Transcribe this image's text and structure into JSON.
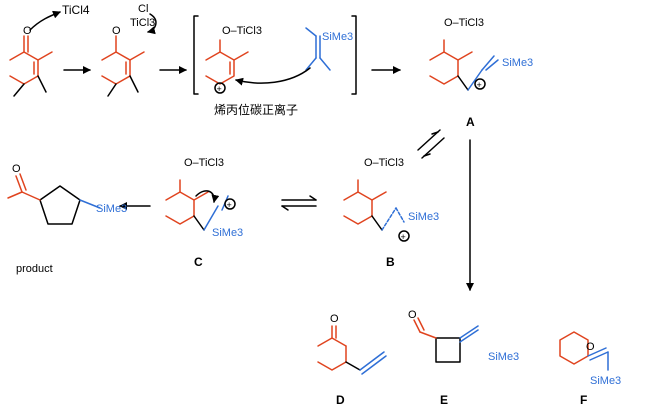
{
  "reagents": {
    "ticl4": "TiCl4",
    "cl": "Cl",
    "ticl3": "TiCl3",
    "o_ticl3": "O–TiCl3",
    "sime3": "SiMe3",
    "plus": "+"
  },
  "intermediate_caption": "烯丙位碳正离子",
  "labels": {
    "A": "A",
    "B": "B",
    "C": "C",
    "D": "D",
    "E": "E",
    "F": "F",
    "product": "product"
  },
  "colors": {
    "red": "#e0441f",
    "blue": "#2f6fd6",
    "black": "#000000"
  },
  "icons": [
    "curved-arrow-icon",
    "reaction-arrow-icon",
    "equilibrium-arrow-icon",
    "positive-charge-icon"
  ]
}
